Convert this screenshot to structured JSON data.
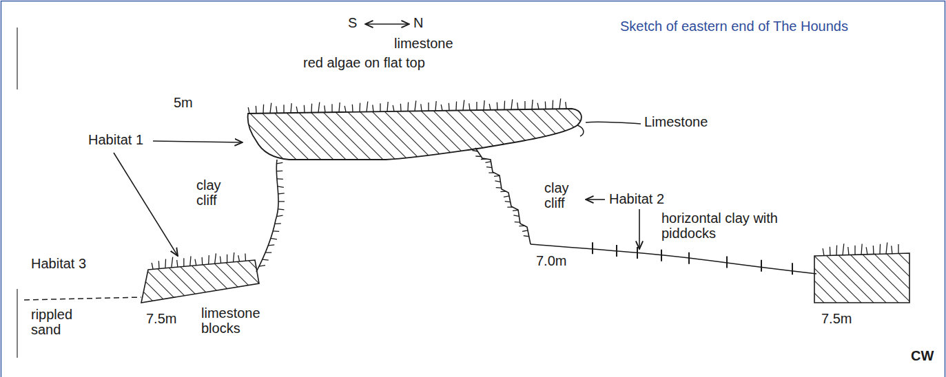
{
  "diagram": {
    "title": "Sketch of eastern end of The Hounds",
    "labels": [
      "S",
      "N",
      "limestone",
      "red algae on flat top",
      "5m",
      "Habitat 1",
      "Limestone",
      "clay cliff",
      "clay cliff",
      "Habitat 2",
      "horizontal clay with piddocks",
      "7.0m",
      "Habitat 3",
      "rippled sand",
      "7.5m",
      "limestone blocks",
      "7.5m",
      "CW"
    ]
  }
}
